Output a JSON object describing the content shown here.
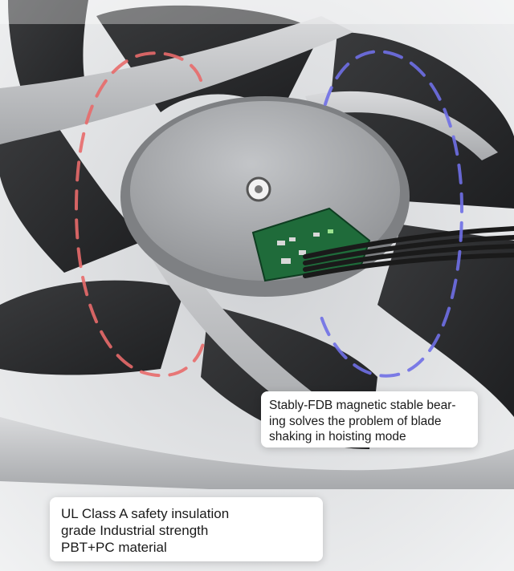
{
  "callouts": {
    "bearing": {
      "lines": [
        "Stably-FDB magnetic stable bear-",
        "ing solves the problem of blade",
        "shaking in hoisting mode"
      ]
    },
    "material": {
      "lines": [
        "UL Class A safety insulation",
        "grade Industrial strength",
        "PBT+PC material"
      ]
    }
  },
  "colors": {
    "background": "#e9eaec",
    "blade": "#2b2c2e",
    "frame": "#b9bbbe",
    "hub": "#a9abae",
    "pcb": "#1f6b3a",
    "dashed_red": "#e86a6a",
    "dashed_blue": "#6f6fe6",
    "cable": "#1a1a1a"
  }
}
